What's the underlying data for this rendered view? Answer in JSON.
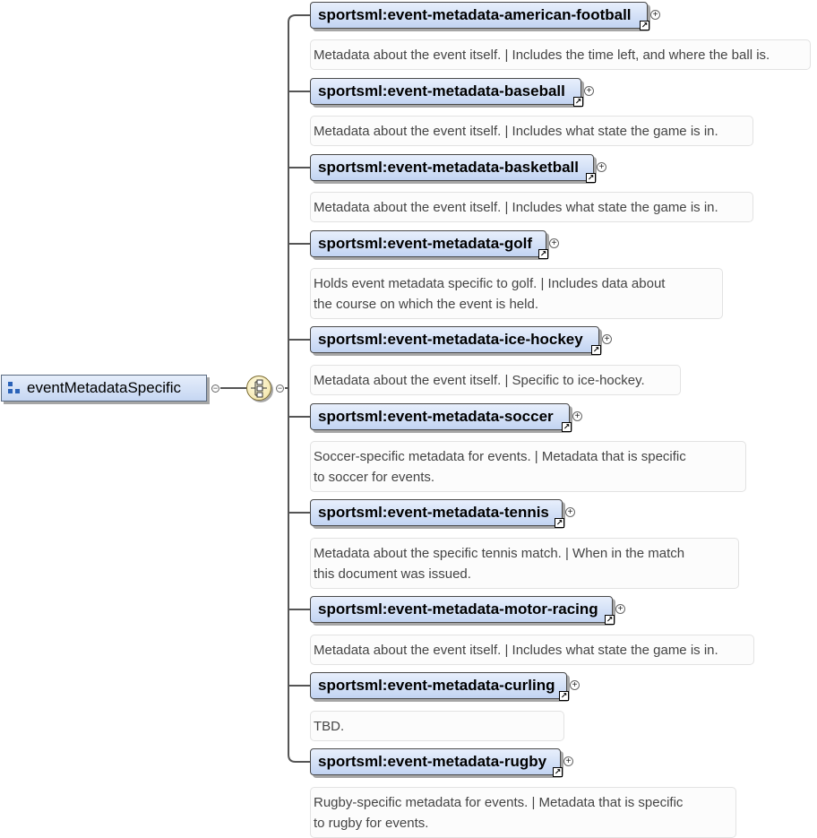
{
  "root": {
    "name": "eventMetadataSpecific"
  },
  "elements": [
    {
      "name": "sportsml:event-metadata-american-football",
      "doc": [
        "Metadata about the event itself. | Includes the time left, and where the ball is."
      ]
    },
    {
      "name": "sportsml:event-metadata-baseball",
      "doc": [
        "Metadata about the event itself. | Includes what state the game is in."
      ]
    },
    {
      "name": "sportsml:event-metadata-basketball",
      "doc": [
        "Metadata about the event itself. | Includes what state the game is in."
      ]
    },
    {
      "name": "sportsml:event-metadata-golf",
      "doc": [
        "Holds event metadata specific to golf. | Includes data about",
        "the course on which the event is held."
      ]
    },
    {
      "name": "sportsml:event-metadata-ice-hockey",
      "doc": [
        "Metadata about the event itself. | Specific to ice-hockey."
      ]
    },
    {
      "name": "sportsml:event-metadata-soccer",
      "doc": [
        "Soccer-specific metadata for events. | Metadata that is specific",
        "to soccer for events."
      ]
    },
    {
      "name": "sportsml:event-metadata-tennis",
      "doc": [
        "Metadata about the specific tennis match. | When in the match",
        "this document was issued."
      ]
    },
    {
      "name": "sportsml:event-metadata-motor-racing",
      "doc": [
        "Metadata about the event itself. | Includes what state the game is in."
      ]
    },
    {
      "name": "sportsml:event-metadata-curling",
      "doc": [
        "TBD."
      ]
    },
    {
      "name": "sportsml:event-metadata-rugby",
      "doc": [
        "Rugby-specific metadata for events. | Metadata that is specific",
        "to rugby for events."
      ]
    }
  ],
  "icons": {
    "root": "element-icon",
    "compositor": "choice-compositor-icon",
    "reference": "reference-arrow-icon",
    "expand": "expand-plus-icon",
    "collapse": "collapse-minus-icon"
  },
  "colors": {
    "element_fill": "#c2d4f2",
    "compositor_fill": "#f1e1a0",
    "wire": "#555555"
  }
}
